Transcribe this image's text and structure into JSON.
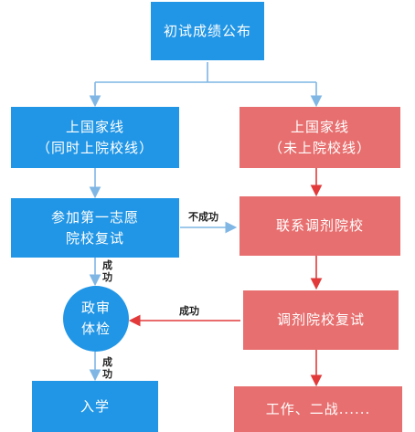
{
  "nodes": {
    "top": "初试成绩公布",
    "left1": [
      "上国家线",
      "（同时上院校线）"
    ],
    "right1": [
      "上国家线",
      "（未上院校线）"
    ],
    "left2": [
      "参加第一志愿",
      "院校复试"
    ],
    "right2": "联系调剂院校",
    "left3": [
      "政审",
      "体检"
    ],
    "right3": "调剂院校复试",
    "left4": "入学",
    "right4": "工作、二战......"
  },
  "edge_labels": {
    "fail": "不成功",
    "success_a": "成功",
    "success_b": "成功",
    "success_c": "成功"
  },
  "colors": {
    "blue": "#2196e6",
    "red": "#e86f6f",
    "blue_line": "#7fb6e4",
    "red_line": "#e23a3a"
  }
}
